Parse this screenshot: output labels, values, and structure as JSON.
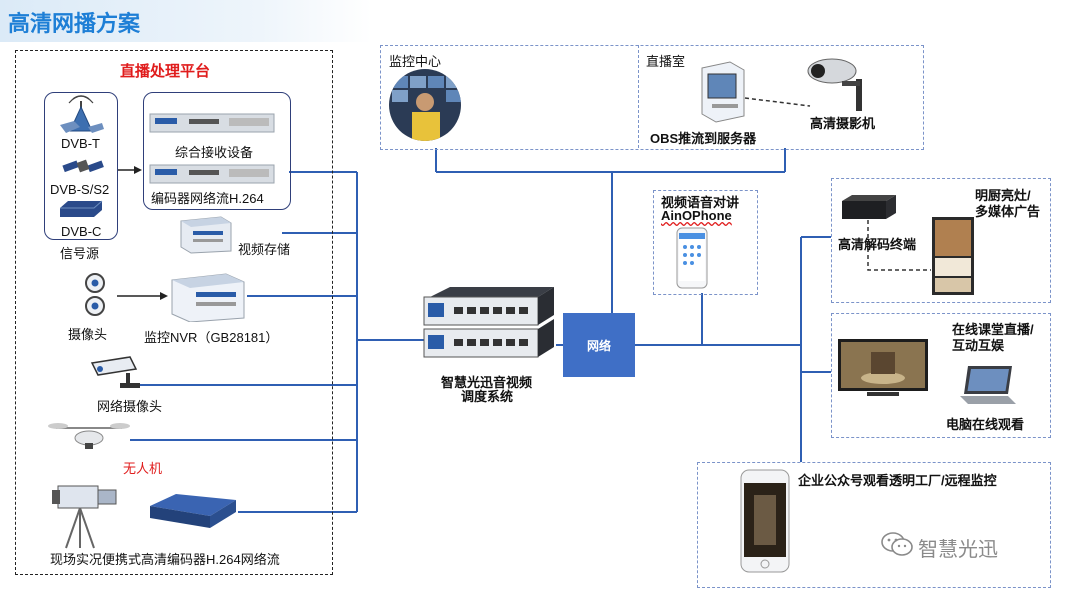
{
  "title": "高清网播方案",
  "left_panel": {
    "heading": "直播处理平台",
    "signal_source": {
      "items": [
        "DVB-T",
        "DVB-S/S2",
        "DVB-C"
      ],
      "label": "信号源"
    },
    "receiver": "综合接收设备",
    "encoder": "编码器网络流H.264",
    "storage": "视频存储",
    "camera": "摄像头",
    "nvr": "监控NVR（GB28181）",
    "ip_camera": "网络摄像头",
    "drone": "无人机",
    "portable_encoder": "现场实况便携式高清编码器H.264网络流"
  },
  "monitor_center": {
    "label": "监控中心"
  },
  "studio": {
    "label": "直播室",
    "obs": "OBS推流到服务器",
    "hd_camera": "高清摄影机"
  },
  "intercom": {
    "line1": "视频语音对讲",
    "line2": "AinOPhone"
  },
  "server": {
    "line1": "智慧光迅音视频",
    "line2": "调度系统"
  },
  "network": "网络",
  "right": {
    "decoder": "高清解码终端",
    "kitchen_line1": "明厨亮灶/",
    "kitchen_line2": "多媒体广告",
    "classroom_line1": "在线课堂直播/",
    "classroom_line2": "互动互娱",
    "pc": "电脑在线观看",
    "wechat": "企业公众号观看透明工厂/远程监控"
  },
  "watermark": "智慧光迅",
  "colors": {
    "title": "#1e7fd6",
    "line": "#2f5fb3",
    "network": "#3f6fc6",
    "heading": "#e01c1c"
  }
}
